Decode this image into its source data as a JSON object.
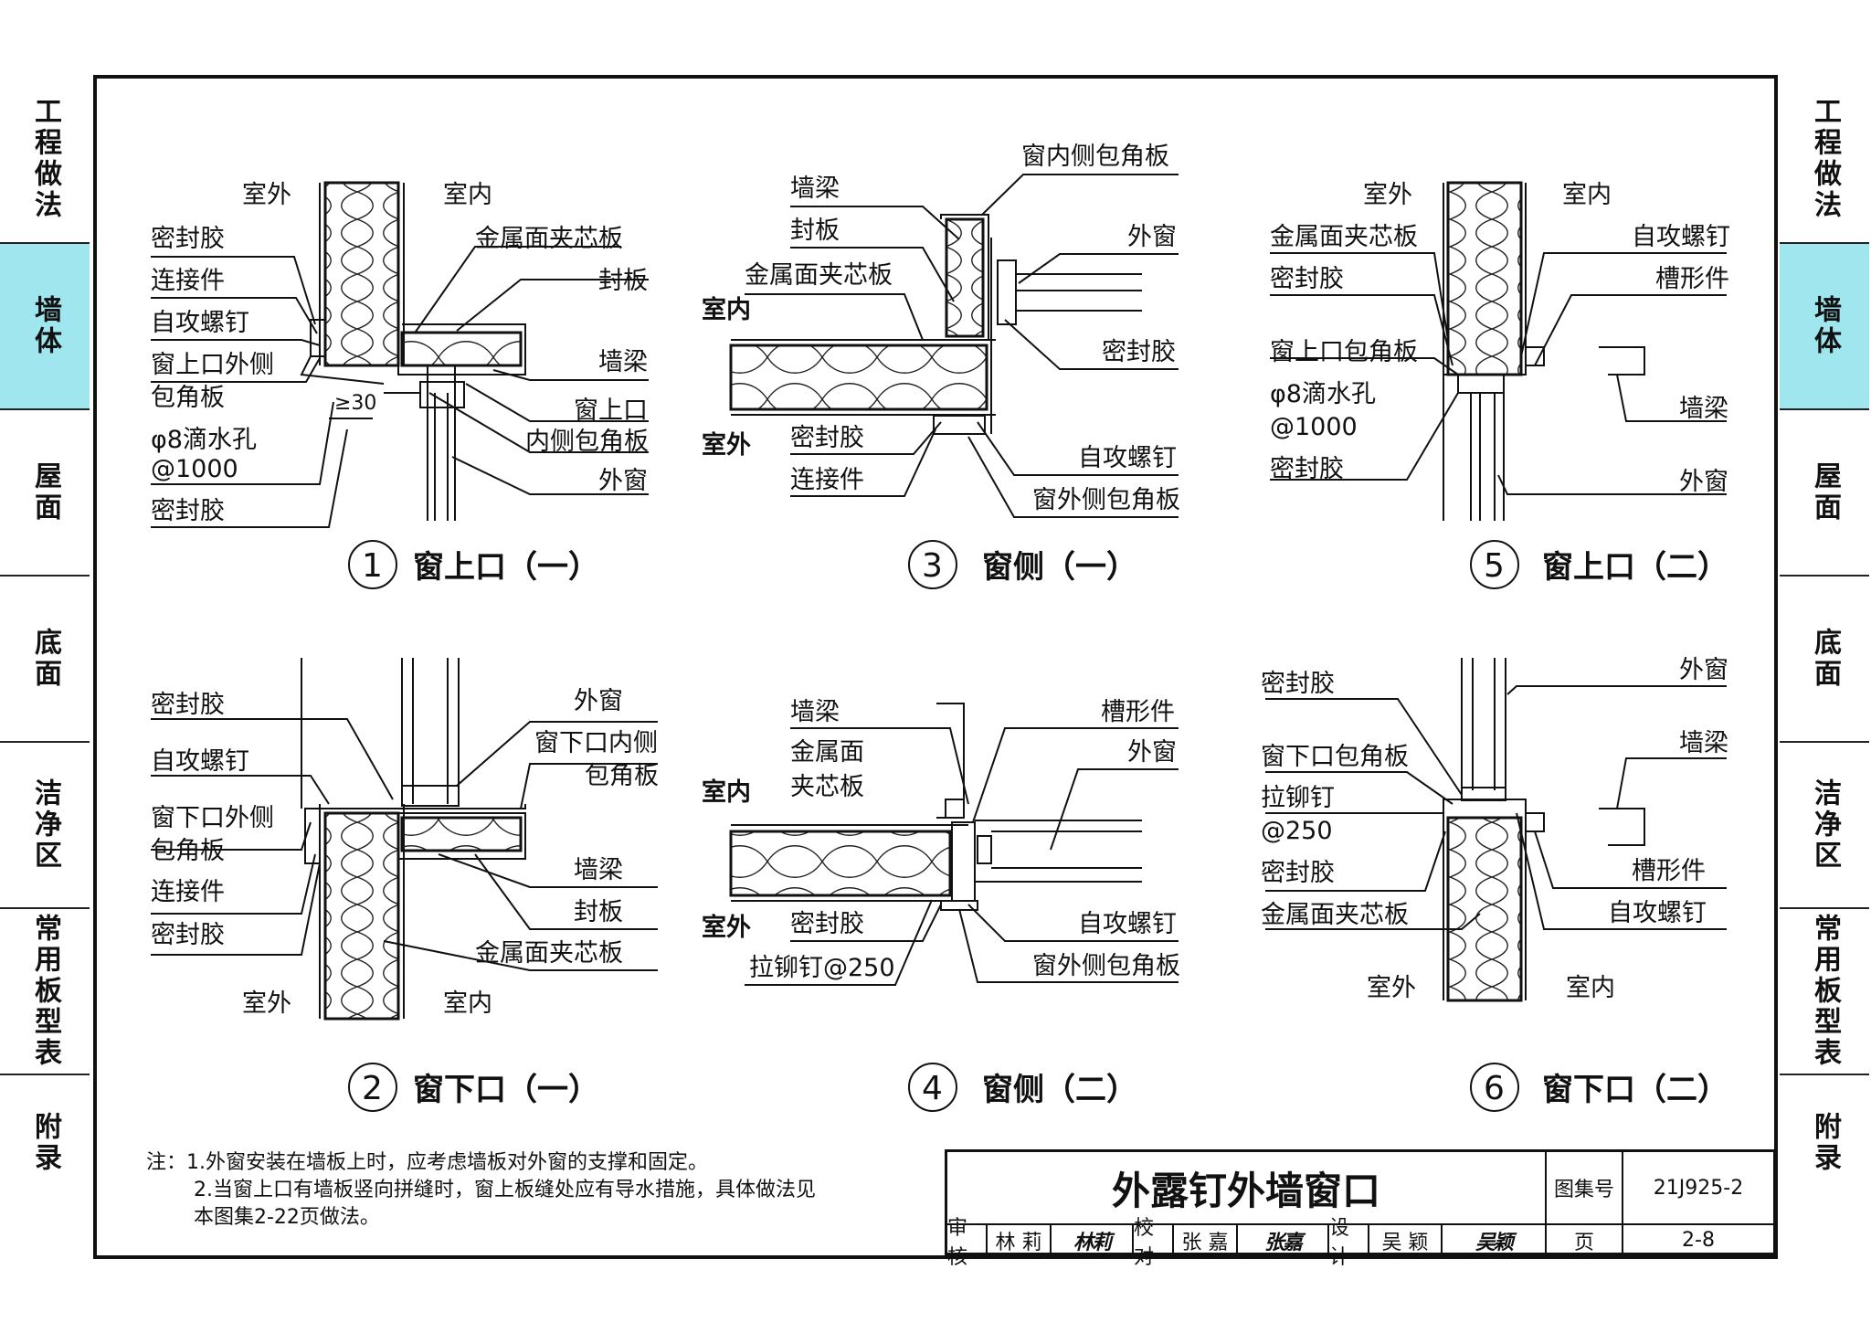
{
  "side_tabs": [
    "工程做法",
    "墙体",
    "屋面",
    "底面",
    "洁净区",
    "常用板型表",
    "附录"
  ],
  "active_tab": "墙体",
  "accent_color": "#9fe6ee",
  "details": [
    {
      "num": "1",
      "title": "窗上口（一）",
      "labels": {
        "out": "室外",
        "in": "室内",
        "a": "密封胶",
        "b": "连接件",
        "c": "自攻螺钉",
        "d": "窗上口外侧",
        "e": "包角板",
        "f": "φ8滴水孔",
        "g": "@1000",
        "h": "密封胶",
        "r1": "金属面夹芯板",
        "r2": "封板",
        "r3": "墙梁",
        "r4": "窗上口",
        "r5": "内侧包角板",
        "r6": "外窗",
        "dim": "≥30"
      }
    },
    {
      "num": "2",
      "title": "窗下口（一）",
      "labels": {
        "a": "密封胶",
        "b": "自攻螺钉",
        "c": "窗下口外侧",
        "d": "包角板",
        "e": "连接件",
        "f": "密封胶",
        "r1": "外窗",
        "r2": "窗下口内侧",
        "r3": "包角板",
        "r4": "墙梁",
        "r5": "封板",
        "r6": "金属面夹芯板",
        "out": "室外",
        "in": "室内"
      }
    },
    {
      "num": "3",
      "title": "窗侧（一）",
      "labels": {
        "a": "墙梁",
        "b": "封板",
        "c": "金属面夹芯板",
        "in": "室内",
        "out": "室外",
        "d": "密封胶",
        "e": "连接件",
        "r1": "窗内侧包角板",
        "r2": "外窗",
        "r3": "密封胶",
        "r4": "自攻螺钉",
        "r5": "窗外侧包角板"
      }
    },
    {
      "num": "4",
      "title": "窗侧（二）",
      "labels": {
        "a": "墙梁",
        "b": "金属面",
        "c": "夹芯板",
        "in": "室内",
        "out": "室外",
        "d": "密封胶",
        "e": "拉铆钉@250",
        "r1": "槽形件",
        "r2": "外窗",
        "r3": "自攻螺钉",
        "r4": "窗外侧包角板"
      }
    },
    {
      "num": "5",
      "title": "窗上口（二）",
      "labels": {
        "out": "室外",
        "in": "室内",
        "a": "金属面夹芯板",
        "b": "密封胶",
        "c": "窗上口包角板",
        "d": "φ8滴水孔",
        "e": "@1000",
        "f": "密封胶",
        "r1": "自攻螺钉",
        "r2": "槽形件",
        "r3": "墙梁",
        "r4": "外窗"
      }
    },
    {
      "num": "6",
      "title": "窗下口（二）",
      "labels": {
        "a": "密封胶",
        "b": "窗下口包角板",
        "c": "拉铆钉",
        "d": "@250",
        "e": "密封胶",
        "f": "金属面夹芯板",
        "r1": "外窗",
        "r2": "墙梁",
        "r3": "槽形件",
        "r4": "自攻螺钉",
        "out": "室外",
        "in": "室内"
      }
    }
  ],
  "notes": [
    "注：1.外窗安装在墙板上时，应考虑墙板对外窗的支撑和固定。",
    "2.当窗上口有墙板竖向拼缝时，窗上板缝处应有导水措施，具体做法见",
    "本图集2-22页做法。"
  ],
  "title_block": {
    "title": "外露钉外墙窗口",
    "atlas_label": "图集号",
    "atlas_value": "21J925-2",
    "page_label": "页",
    "page_value": "2-8",
    "review_label": "审核",
    "review_name": "林 莉",
    "review_sig": "林莉",
    "check_label": "校对",
    "check_name": "张 嘉",
    "check_sig": "张嘉",
    "design_label": "设计",
    "design_name": "吴 颖",
    "design_sig": "吴颖"
  }
}
